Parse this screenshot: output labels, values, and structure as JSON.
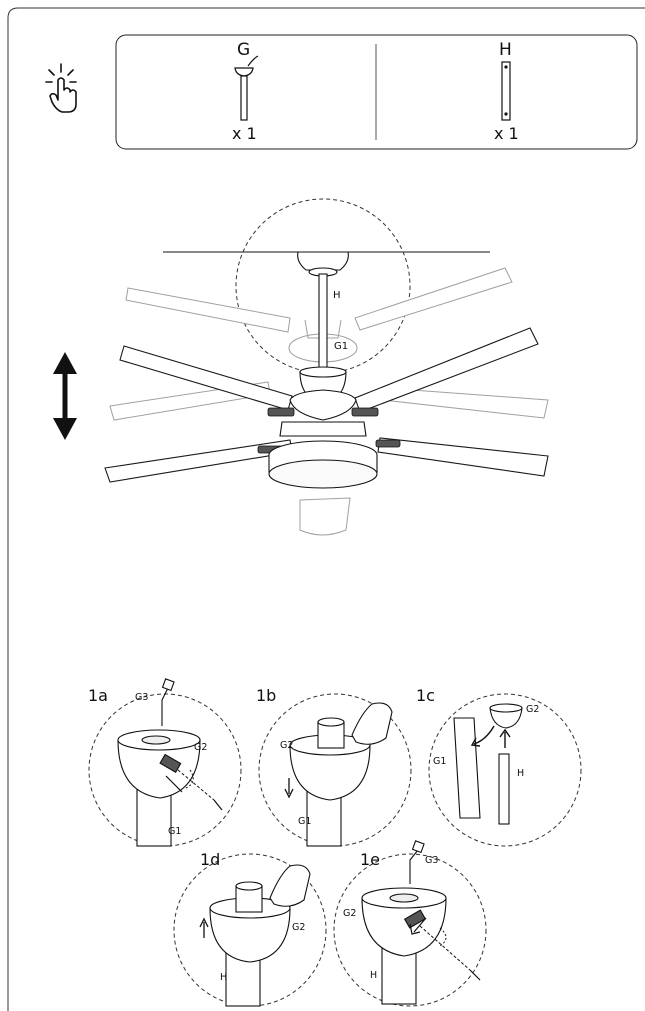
{
  "parts": {
    "g": {
      "letter": "G",
      "qty": "x 1"
    },
    "h": {
      "letter": "H",
      "qty": "x 1"
    }
  },
  "fan_labels": {
    "h": "H",
    "g1": "G1"
  },
  "steps": {
    "s1a": {
      "num": "1a",
      "g3": "G3",
      "g2": "G2",
      "g1": "G1"
    },
    "s1b": {
      "num": "1b",
      "g2": "G2",
      "g1": "G1"
    },
    "s1c": {
      "num": "1c",
      "g2": "G2",
      "g1": "G1",
      "h": "H"
    },
    "s1d": {
      "num": "1d",
      "g2": "G2",
      "h": "H"
    },
    "s1e": {
      "num": "1e",
      "g3": "G3",
      "g2": "G2",
      "h": "H"
    }
  },
  "icons": [
    "tap-hand-icon",
    "up-down-arrow-icon"
  ],
  "colors": {
    "line": "#1a1a1a",
    "faded": "#9a9a9a",
    "fill_light": "#f2f2f2",
    "fill_dark": "#3a3a3a"
  }
}
